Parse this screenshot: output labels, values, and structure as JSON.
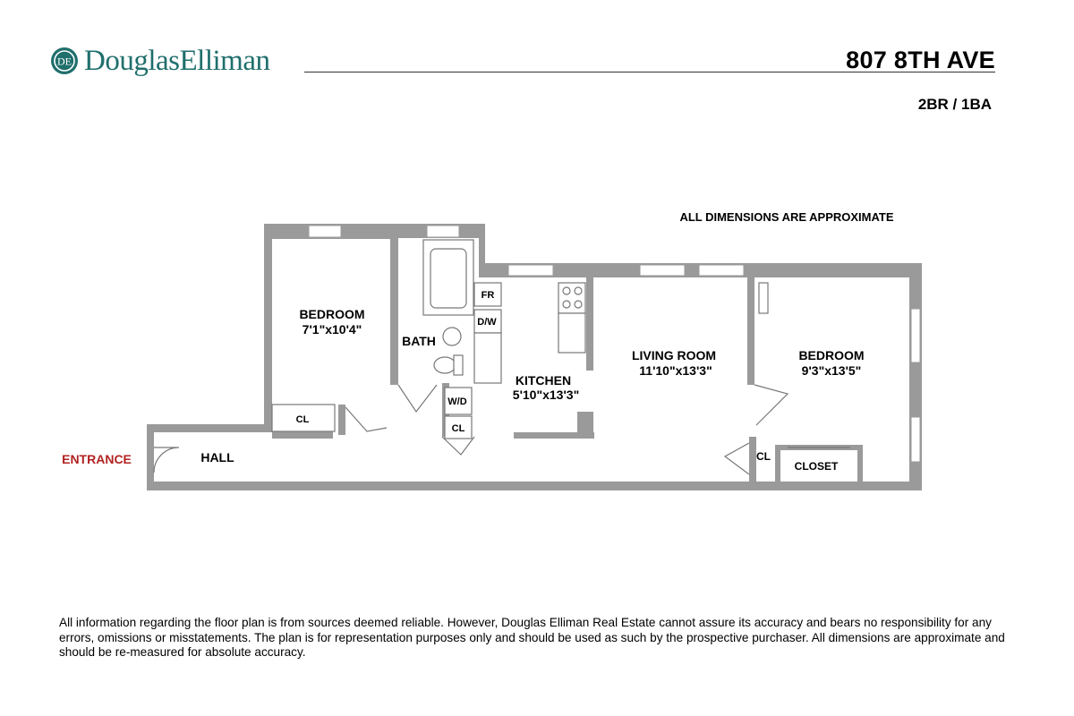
{
  "brand": {
    "name": "DouglasElliman",
    "monogram": "DE",
    "color": "#1f6f6c"
  },
  "listing": {
    "address": "807 8TH AVE",
    "unit_type": "2BR / 1BA"
  },
  "floor_plan": {
    "note": "ALL DIMENSIONS ARE APPROXIMATE",
    "entrance_label": "ENTRANCE",
    "entrance_color": "#b22222",
    "wall_color": "#9a9a9a",
    "rooms": {
      "bedroom_left": {
        "name": "BEDROOM",
        "dimensions": "7'1\"x10'4\""
      },
      "bath": {
        "name": "BATH"
      },
      "kitchen": {
        "name": "KITCHEN",
        "dimensions": "5'10\"x13'3\""
      },
      "living_room": {
        "name": "LIVING ROOM",
        "dimensions": "11'10\"x13'3\""
      },
      "bedroom_right": {
        "name": "BEDROOM",
        "dimensions": "9'3\"x13'5\""
      },
      "hall": {
        "name": "HALL"
      },
      "closet": {
        "name": "CLOSET"
      }
    },
    "fixtures": {
      "fridge": "FR",
      "dishwasher": "D/W",
      "washer_dryer": "W/D",
      "closet_short": "CL"
    }
  },
  "disclaimer": "All information regarding the floor plan is from sources deemed reliable. However, Douglas Elliman Real Estate cannot assure its accuracy and bears no responsibility for any errors, omissions or misstatements. The plan is for representation purposes only and should be used as such by the prospective purchaser. All dimensions are approximate and should be re-measured for absolute accuracy."
}
